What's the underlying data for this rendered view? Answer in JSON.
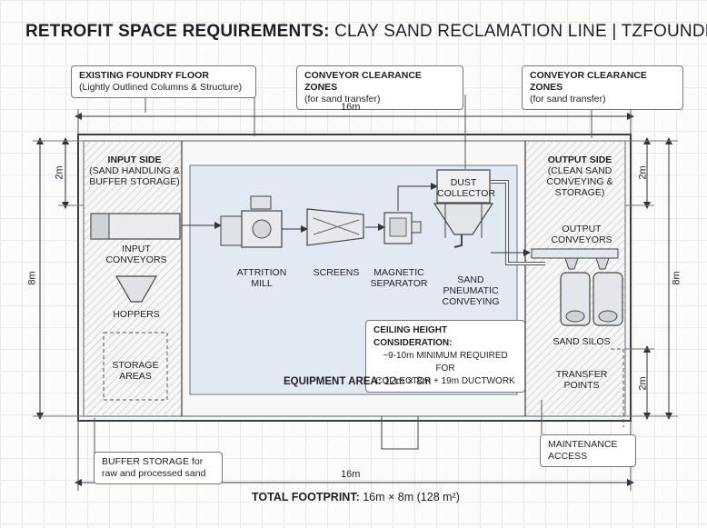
{
  "title": {
    "bold": "RETROFIT SPACE REQUIREMENTS:",
    "rest": " CLAY SAND RECLAMATION LINE | TZFOUNDRY"
  },
  "callouts": {
    "existing": {
      "heading": "EXISTING FOUNDRY FLOOR",
      "sub": "(Lightly Outlined Columns & Structure)"
    },
    "conveyor_left": {
      "heading": "CONVEYOR CLEARANCE ZONES",
      "sub": "(for sand transfer)"
    },
    "conveyor_right": {
      "heading": "CONVEYOR CLEARANCE ZONES",
      "sub": "(for sand transfer)"
    },
    "ceiling": {
      "heading": "CEILING HEIGHT CONSIDERATION:",
      "line1": "~9-10m MINIMUM REQUIRED FOR",
      "line2": "COLLECTOR + 19m DUCTWORK"
    },
    "buffer": {
      "line1": "BUFFER STORAGE for",
      "line2": "raw and processed sand"
    },
    "maintenance": {
      "line1": "MAINTENANCE",
      "line2": "ACCESS"
    }
  },
  "dimensions": {
    "top": "16m",
    "bottom": "16m",
    "left_top": "2m",
    "left_main": "8m",
    "right_top": "2m",
    "right_main": "8m",
    "right_bottom": "2m"
  },
  "zones": {
    "input": {
      "l1": "INPUT SIDE",
      "l2": "(SAND HANDLING &",
      "l3": "BUFFER STORAGE)"
    },
    "output": {
      "l1": "OUTPUT SIDE",
      "l2": "(CLEAN SAND",
      "l3": "CONVEYING &",
      "l4": "STORAGE)"
    }
  },
  "equipment": {
    "input_conveyors": {
      "l1": "INPUT",
      "l2": "CONVEYORS"
    },
    "hoppers": "HOPPERS",
    "storage": {
      "l1": "STORAGE",
      "l2": "AREAS"
    },
    "attrition": {
      "l1": "ATTRITION",
      "l2": "MILL"
    },
    "screens": "SCREENS",
    "magnetic": {
      "l1": "MAGNETIC",
      "l2": "SEPARATOR"
    },
    "dust": {
      "l1": "DUST",
      "l2": "COLLECTOR"
    },
    "pneumatic": {
      "l1": "SAND",
      "l2": "PNEUMATIC",
      "l3": "CONVEYING"
    },
    "output_conveyors": {
      "l1": "OUTPUT",
      "l2": "CONVEYORS"
    },
    "silos": "SAND SILOS",
    "transfer": {
      "l1": "TRANSFER",
      "l2": "POINTS"
    }
  },
  "equipment_area": {
    "label": "EQUIPMENT AREA:",
    "value": " 12m × 8m"
  },
  "footprint": {
    "label": "TOTAL FOOTPRINT:",
    "value": " 16m × 8m (128 m²)"
  },
  "colors": {
    "equipment_fill": "#e3e9f3",
    "outline": "#3a3d42"
  }
}
